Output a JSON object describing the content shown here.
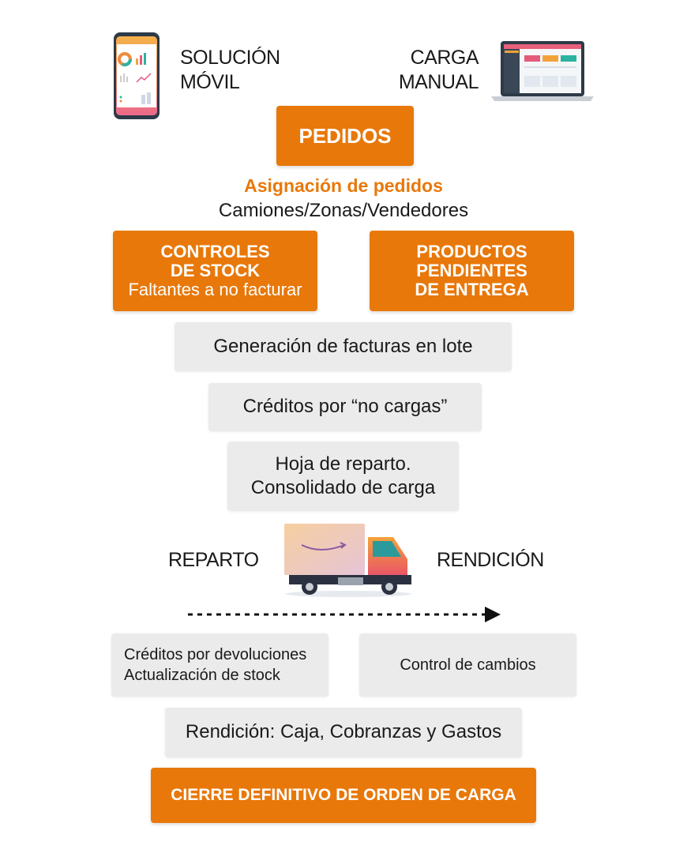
{
  "top": {
    "mobile_label": [
      "SOLUCIÓN",
      "MÓVIL"
    ],
    "manual_label": [
      "CARGA",
      "MANUAL"
    ]
  },
  "pedidos": "PEDIDOS",
  "assignment": {
    "title": "Asignación de pedidos",
    "subtitle": "Camiones/Zonas/Vendedores"
  },
  "stock_controls": {
    "lines": [
      "CONTROLES",
      "DE STOCK"
    ],
    "note": "Faltantes a no facturar"
  },
  "pending_products": [
    "PRODUCTOS",
    "PENDIENTES",
    "DE ENTREGA"
  ],
  "steps": {
    "invoices": "Generación de facturas en lote",
    "credits_no_load": "Créditos por “no cargas”",
    "delivery_sheet": [
      "Hoja de reparto.",
      "Consolidado de carga"
    ]
  },
  "delivery": {
    "left_label": "REPARTO",
    "right_label": "RENDICIÓN"
  },
  "returns": [
    "Créditos por devoluciones",
    "Actualización de stock"
  ],
  "exchanges": "Control de cambios",
  "settlement": "Rendición: Caja, Cobranzas y Gastos",
  "closing": "CIERRE DEFINITIVO DE ORDEN DE CARGA",
  "colors": {
    "accent": "#e8780a",
    "gray_box": "#ebebeb"
  }
}
